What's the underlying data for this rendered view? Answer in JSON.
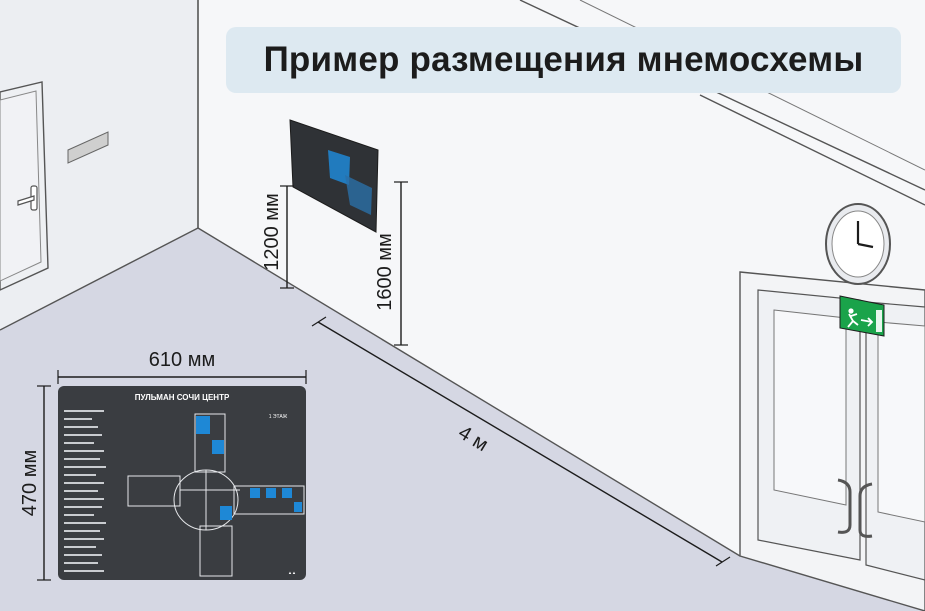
{
  "title": "Пример размещения мнемосхемы",
  "dimensions": {
    "mount_height": "1200 мм",
    "total_height": "1600 мм",
    "distance": "4 м",
    "plaque_width": "610 мм",
    "plaque_height": "470 мм"
  },
  "plaque": {
    "heading": "ПУЛЬМАН СОЧИ ЦЕНТР",
    "floor": "1 ЭТАЖ"
  },
  "colors": {
    "title_bg": "#dde9f1",
    "plaque_bg": "#3a3d41",
    "plaque_accent": "#1e88d6",
    "exit_sign": "#1aa34a",
    "floor": "#d5d7e3",
    "wall": "#f6f7f9"
  },
  "icons": [
    "clock-icon",
    "exit-sign-icon",
    "door-handle-icon"
  ]
}
